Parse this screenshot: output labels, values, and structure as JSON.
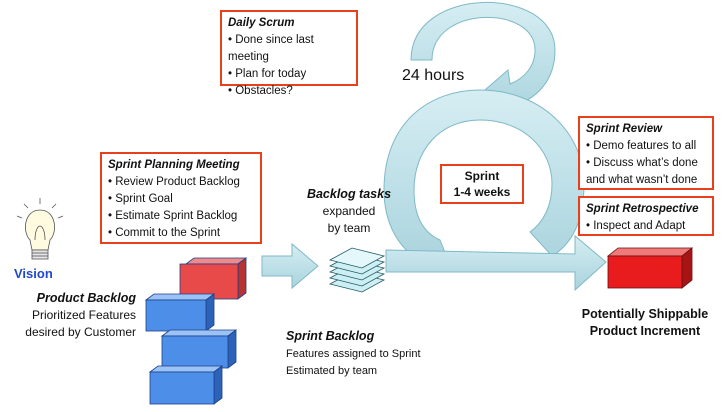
{
  "daily_scrum": {
    "title": "Daily Scrum",
    "items": [
      "Done since last meeting",
      "Plan for today",
      "Obstacles?"
    ]
  },
  "cycle_label": "24 hours",
  "sprint": {
    "line1": "Sprint",
    "line2": "1-4 weeks"
  },
  "sprint_review": {
    "title": "Sprint Review",
    "items": [
      "Demo features to all",
      "Discuss what’s done",
      "and what wasn’t done"
    ]
  },
  "sprint_retrospective": {
    "title": "Sprint Retrospective",
    "items": [
      "Inspect and Adapt"
    ]
  },
  "sprint_planning": {
    "title": "Sprint Planning Meeting",
    "items": [
      "Review Product Backlog",
      "Sprint Goal",
      "Estimate Sprint Backlog",
      "Commit to the Sprint"
    ]
  },
  "backlog_tasks": {
    "title": "Backlog tasks",
    "line1": "expanded",
    "line2": "by team"
  },
  "vision": "Vision",
  "product_backlog": {
    "title": "Product Backlog",
    "line1": "Prioritized Features",
    "line2": "desired by Customer"
  },
  "sprint_backlog": {
    "title": "Sprint Backlog",
    "line1": "Features assigned to Sprint",
    "line2": "Estimated by team"
  },
  "increment": {
    "line1": "Potentially Shippable",
    "line2": "Product Increment"
  },
  "icons": {
    "vision": "lightbulb-icon",
    "backlog_blocks": "stacked-blocks-icon",
    "tasks": "paper-stack-icon",
    "increment": "red-block-icon"
  },
  "colors": {
    "box_border": "#e8401c",
    "arrow_fill": "#bfe0e6",
    "arrow_stroke": "#7fb9c6",
    "block_blue": "#4d8fe8",
    "block_red": "#e84a4a",
    "vision_text": "#1f47d0"
  }
}
